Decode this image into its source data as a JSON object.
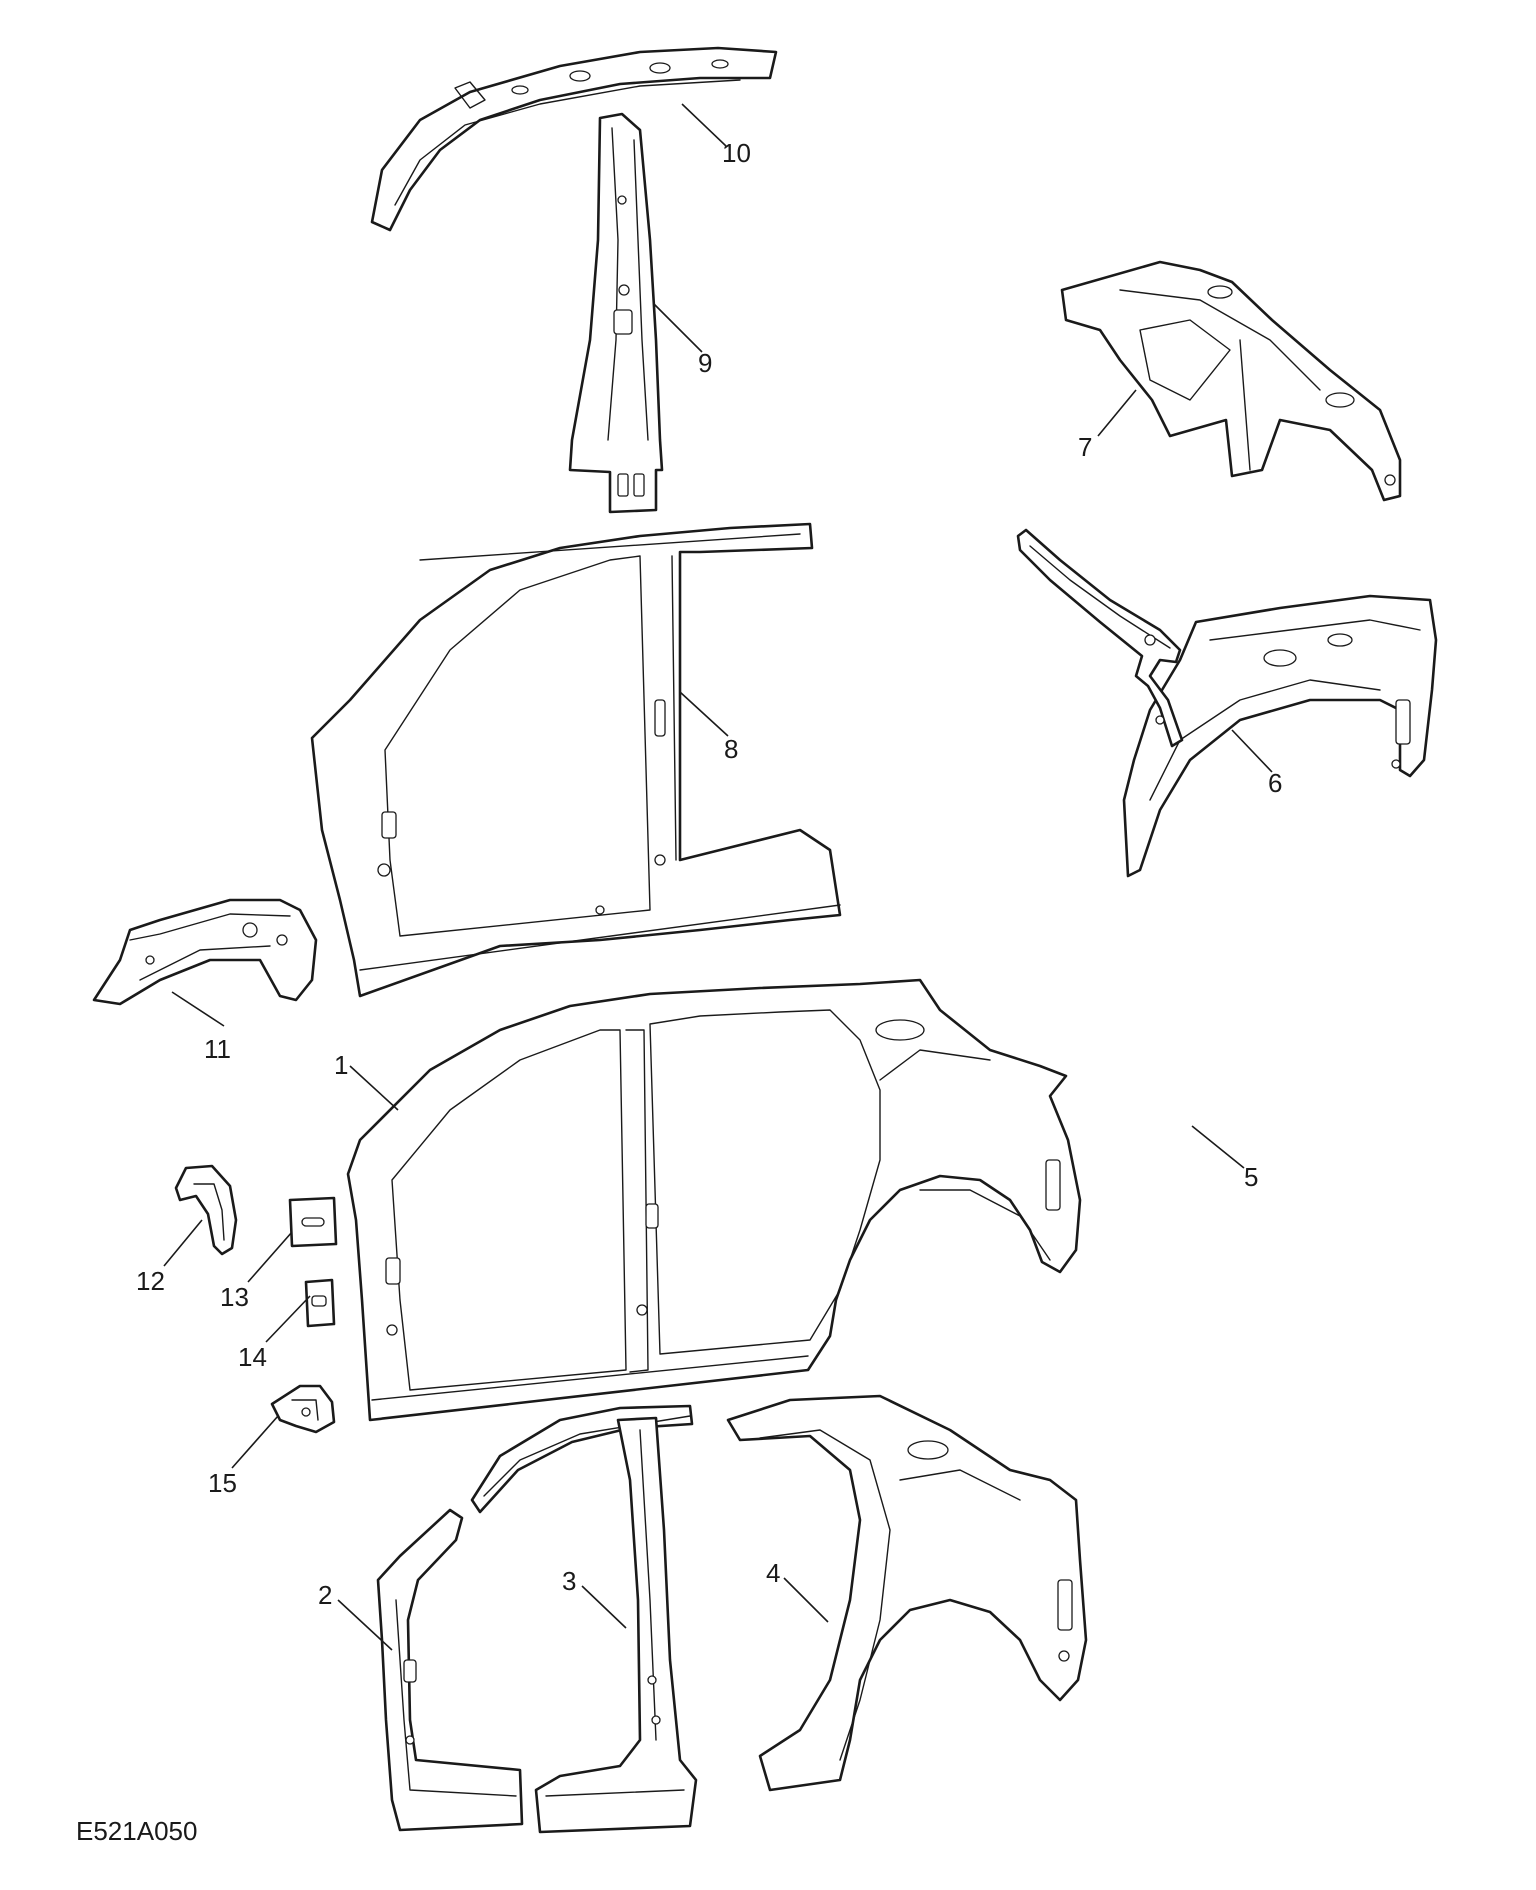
{
  "figure": {
    "code": "E521A050",
    "colors": {
      "line": "#1a1a1a",
      "background": "#ffffff"
    }
  },
  "callouts": [
    {
      "id": "1",
      "label": "1"
    },
    {
      "id": "2",
      "label": "2"
    },
    {
      "id": "3",
      "label": "3"
    },
    {
      "id": "4",
      "label": "4"
    },
    {
      "id": "5",
      "label": "5"
    },
    {
      "id": "6",
      "label": "6"
    },
    {
      "id": "7",
      "label": "7"
    },
    {
      "id": "8",
      "label": "8"
    },
    {
      "id": "9",
      "label": "9"
    },
    {
      "id": "10",
      "label": "10"
    },
    {
      "id": "11",
      "label": "11"
    },
    {
      "id": "12",
      "label": "12"
    },
    {
      "id": "13",
      "label": "13"
    },
    {
      "id": "14",
      "label": "14"
    },
    {
      "id": "15",
      "label": "15"
    }
  ]
}
